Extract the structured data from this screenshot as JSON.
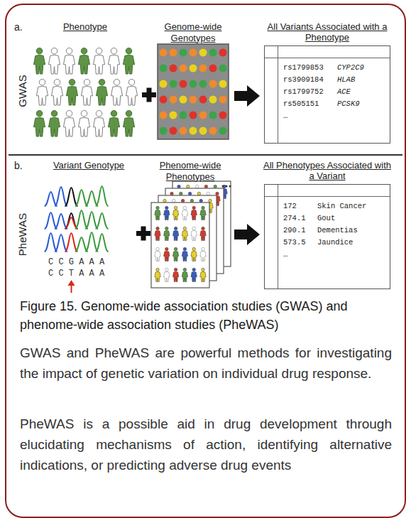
{
  "diagram": {
    "caption": "Figure 15. Genome-wide association studies (GWAS) and phenome-wide association studies (PheWAS)",
    "nodes": [
      {
        "text": [
          "All Variants Associated with a Phenotype",
          "rs1799853",
          "CYP2C9",
          "rs3909184",
          "HLAB",
          "rs1799752",
          "ACE",
          "rs505151",
          "PCSK9",
          "…"
        ]
      },
      {
        "text": [
          "All Phenotypes Associated with a Variant",
          "172",
          "Skin Cancer",
          "274.1",
          "Gout",
          "290.1",
          "Dementias",
          "573.5",
          "Jaundice",
          "…"
        ]
      }
    ],
    "labels": [
      "a.",
      "GWAS",
      "Phenotype",
      "Genome-wide Genotypes",
      "b.",
      "PheWAS",
      "Variant Genotype",
      "Phenome-wide Phenotypes",
      "C C G A A A",
      "C C T A A A",
      "GWAS and PheWAS are powerful methods for investigating the impact of genetic variation on individual drug response.",
      "PheWAS is a possible aid in drug development through elucidating mechanisms of action, identifying alternative indications, or predicting adverse drug events"
    ]
  }
}
